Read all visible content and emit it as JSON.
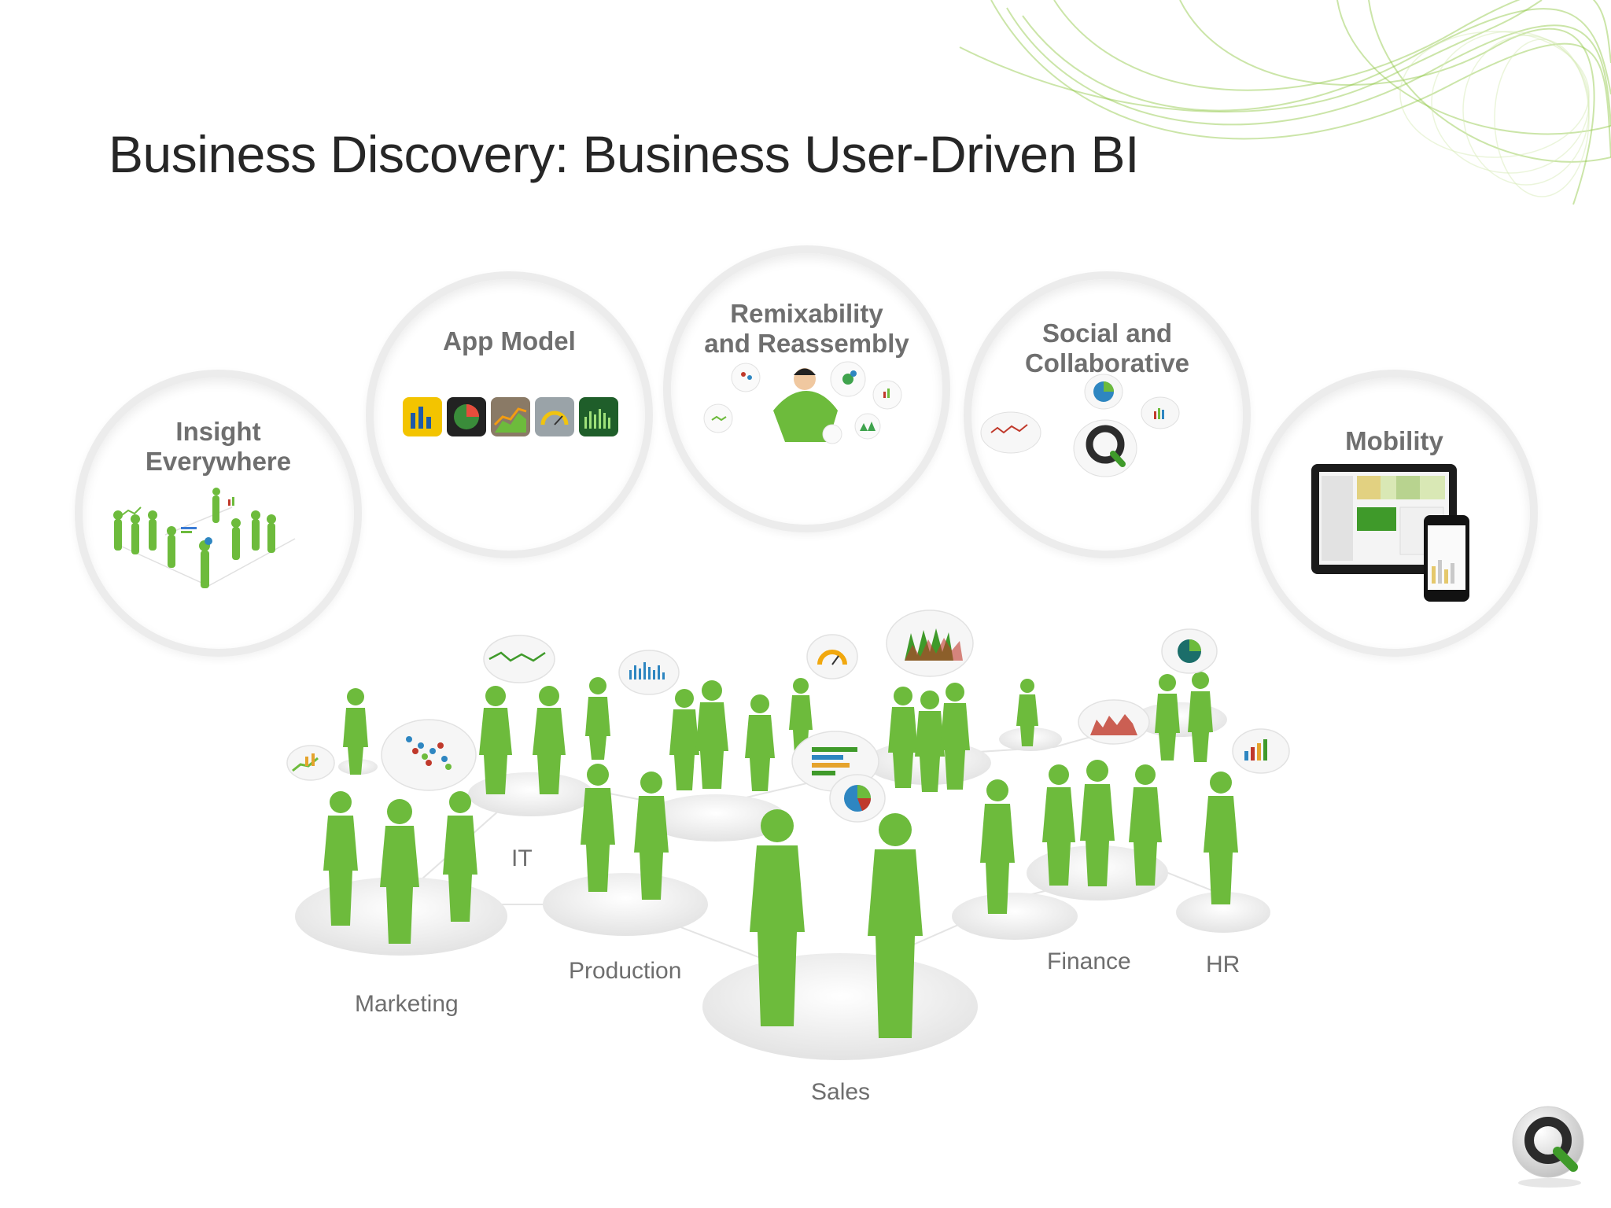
{
  "slide": {
    "title": "Business Discovery: Business User-Driven BI"
  },
  "bubbles": [
    {
      "id": "insight",
      "lines": [
        "Insight",
        "Everywhere"
      ]
    },
    {
      "id": "app-model",
      "lines": [
        "App Model"
      ]
    },
    {
      "id": "remix",
      "lines": [
        "Remixability",
        "and Reassembly"
      ]
    },
    {
      "id": "social",
      "lines": [
        "Social and",
        "Collaborative"
      ]
    },
    {
      "id": "mobility",
      "lines": [
        "Mobility"
      ]
    }
  ],
  "departments": {
    "marketing": "Marketing",
    "it": "IT",
    "production": "Production",
    "sales": "Sales",
    "finance": "Finance",
    "hr": "HR"
  },
  "colors": {
    "person_green": "#6dbb3c",
    "accent_green": "#3f9a2a",
    "label_gray": "#6e6e6e",
    "title_gray": "#262626"
  },
  "icons": {
    "app_tiles": [
      "bar-chart-icon",
      "pie-chart-icon",
      "area-chart-icon",
      "gauge-icon",
      "column-chart-icon"
    ],
    "logo": "qlik-q-logo"
  }
}
